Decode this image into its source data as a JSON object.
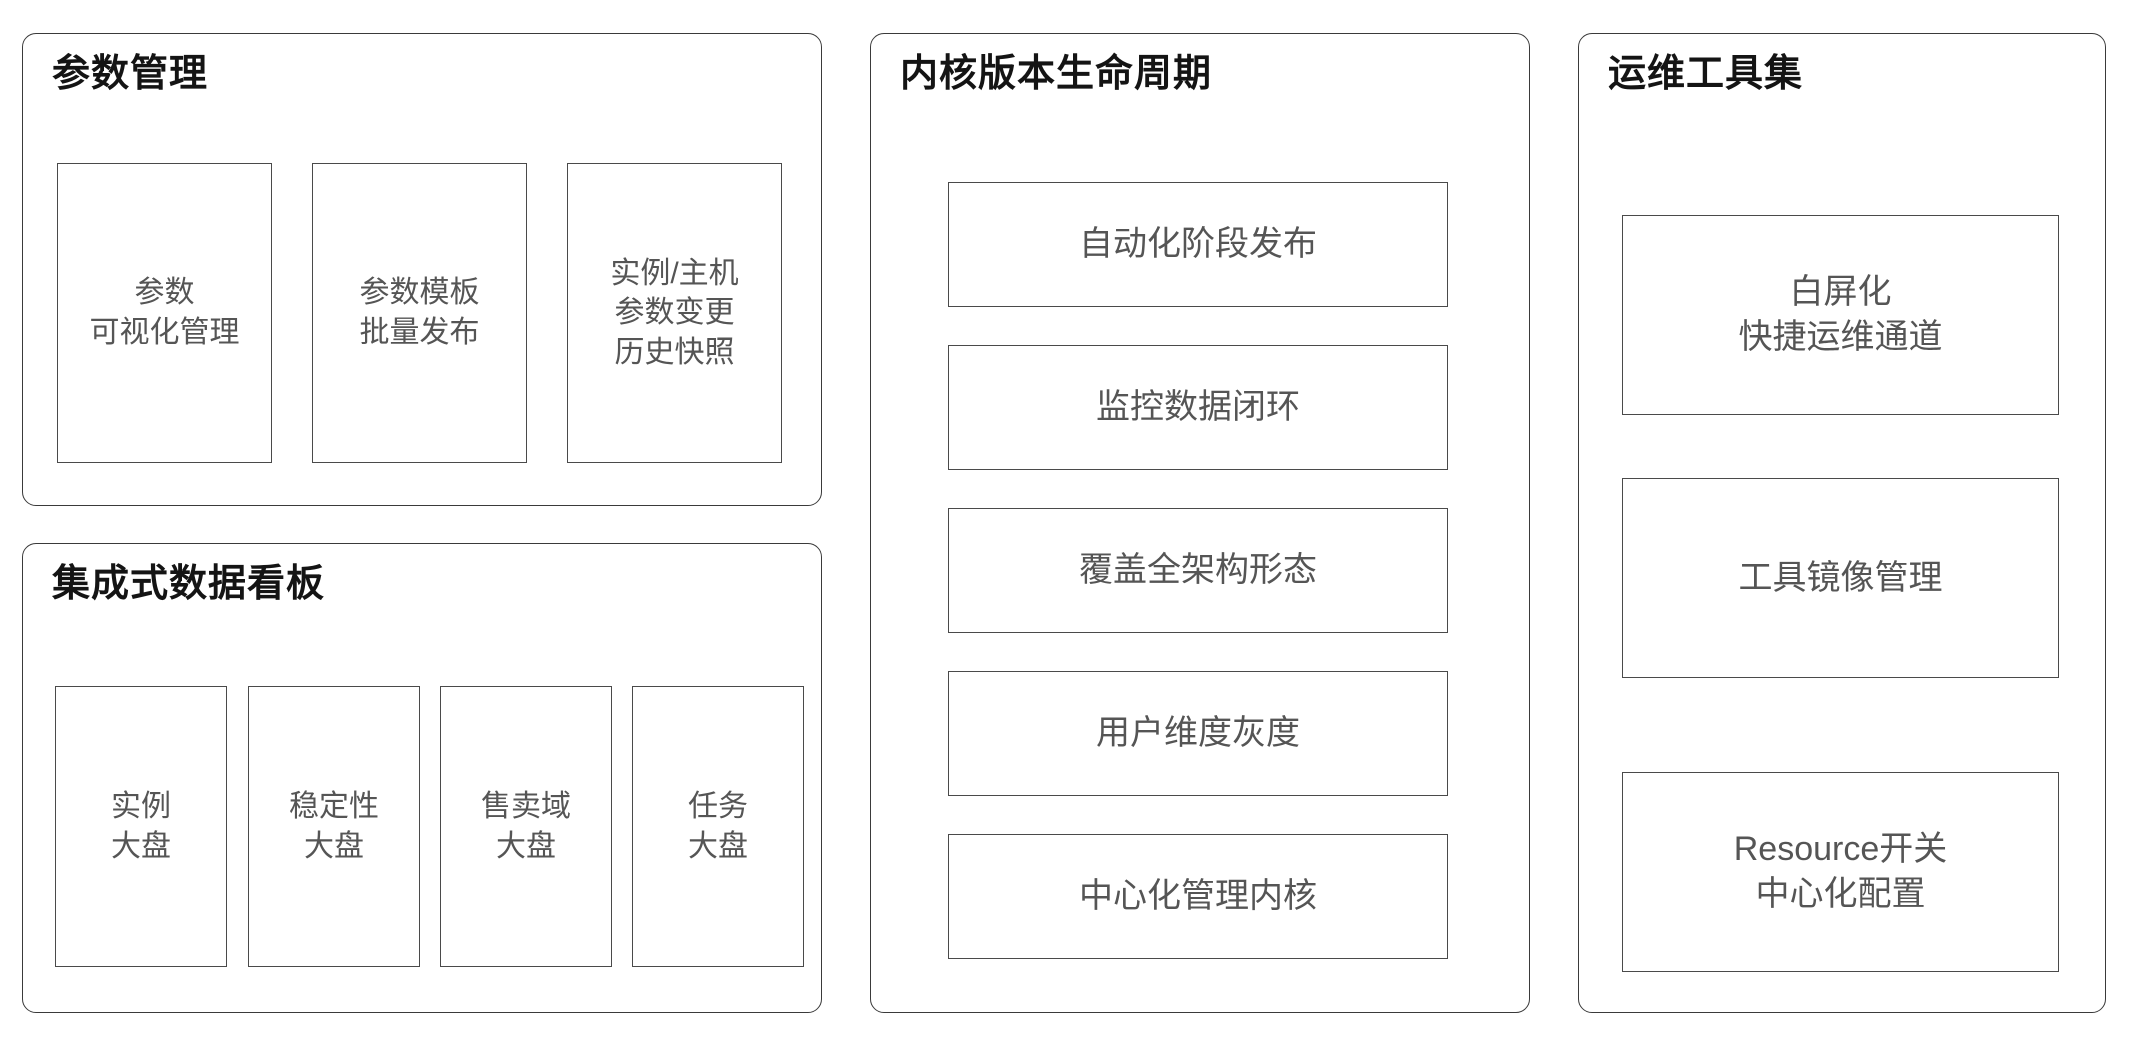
{
  "diagram": {
    "background_color": "#ffffff",
    "panel_border_color": "#3a3a3a",
    "card_border_color": "#4a4a4a",
    "title_color": "#141414",
    "card_text_color": "#555555",
    "panels": [
      {
        "id": "params",
        "title": "参数管理",
        "cards": [
          {
            "label": "参数\n可视化管理"
          },
          {
            "label": "参数模板\n批量发布"
          },
          {
            "label": "实例/主机\n参数变更\n历史快照"
          }
        ]
      },
      {
        "id": "dashboard",
        "title": "集成式数据看板",
        "cards": [
          {
            "label": "实例\n大盘"
          },
          {
            "label": "稳定性\n大盘"
          },
          {
            "label": "售卖域\n大盘"
          },
          {
            "label": "任务\n大盘"
          }
        ]
      },
      {
        "id": "lifecycle",
        "title": "内核版本生命周期",
        "cards": [
          {
            "label": "自动化阶段发布"
          },
          {
            "label": "监控数据闭环"
          },
          {
            "label": "覆盖全架构形态"
          },
          {
            "label": "用户维度灰度"
          },
          {
            "label": "中心化管理内核"
          }
        ]
      },
      {
        "id": "tools",
        "title": "运维工具集",
        "cards": [
          {
            "label": "白屏化\n快捷运维通道"
          },
          {
            "label": "工具镜像管理"
          },
          {
            "label": "Resource开关\n中心化配置"
          }
        ]
      }
    ]
  }
}
